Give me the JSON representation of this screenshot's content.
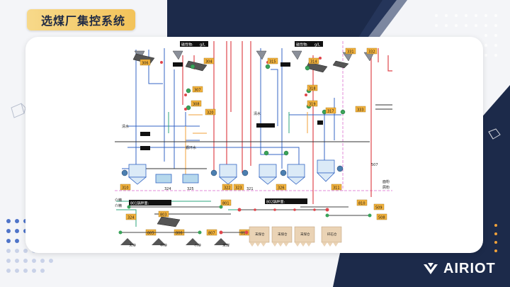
{
  "slide": {
    "title": "选煤厂集控系统",
    "logo_text": "AIRIOT",
    "colors": {
      "navy": "#1c2a4a",
      "badge": "#f3c35a",
      "card": "#ffffff"
    }
  },
  "diagram": {
    "top_labels": {
      "a": "磁性物: ",
      "b": "磁性物: "
    },
    "unit_label": "g/L",
    "equipment_tags": {
      "t306": "306",
      "t304": "304",
      "t307": "307",
      "t308": "308",
      "t320": "320",
      "t310": "310",
      "t324": "324",
      "t325": "325",
      "t315": "315",
      "t314": "314",
      "t318": "318",
      "t319": "319",
      "t317": "317",
      "t333": "333",
      "t331": "331",
      "t332": "332",
      "t322": "322",
      "t323": "323",
      "t321": "321",
      "t326": "326",
      "t311": "311",
      "t801": "801",
      "t324b": "324",
      "t805": "805",
      "t806": "806",
      "t807": "807",
      "t810": "810",
      "t811": "811",
      "t803": "803",
      "t507": "507",
      "t508": "508",
      "t509": "509"
    },
    "side_labels": {
      "a": "清水",
      "b": "循环水",
      "c": "清水",
      "d": "介精",
      "e": "介精",
      "f": "面粉",
      "g": "屑粉"
    },
    "belt_labels": {
      "b801": "801锅秤量:",
      "b802": "802锅秤量:"
    },
    "bin_labels": {
      "b1": "大块",
      "b2": "中块",
      "b3": "小块",
      "b4": "末煤"
    },
    "silo_labels": {
      "s1": "末煤仓",
      "s2": "末煤仓",
      "s3": "末煤仓",
      "s4": "矸石仓"
    },
    "misc": {
      "i507": "507"
    }
  }
}
